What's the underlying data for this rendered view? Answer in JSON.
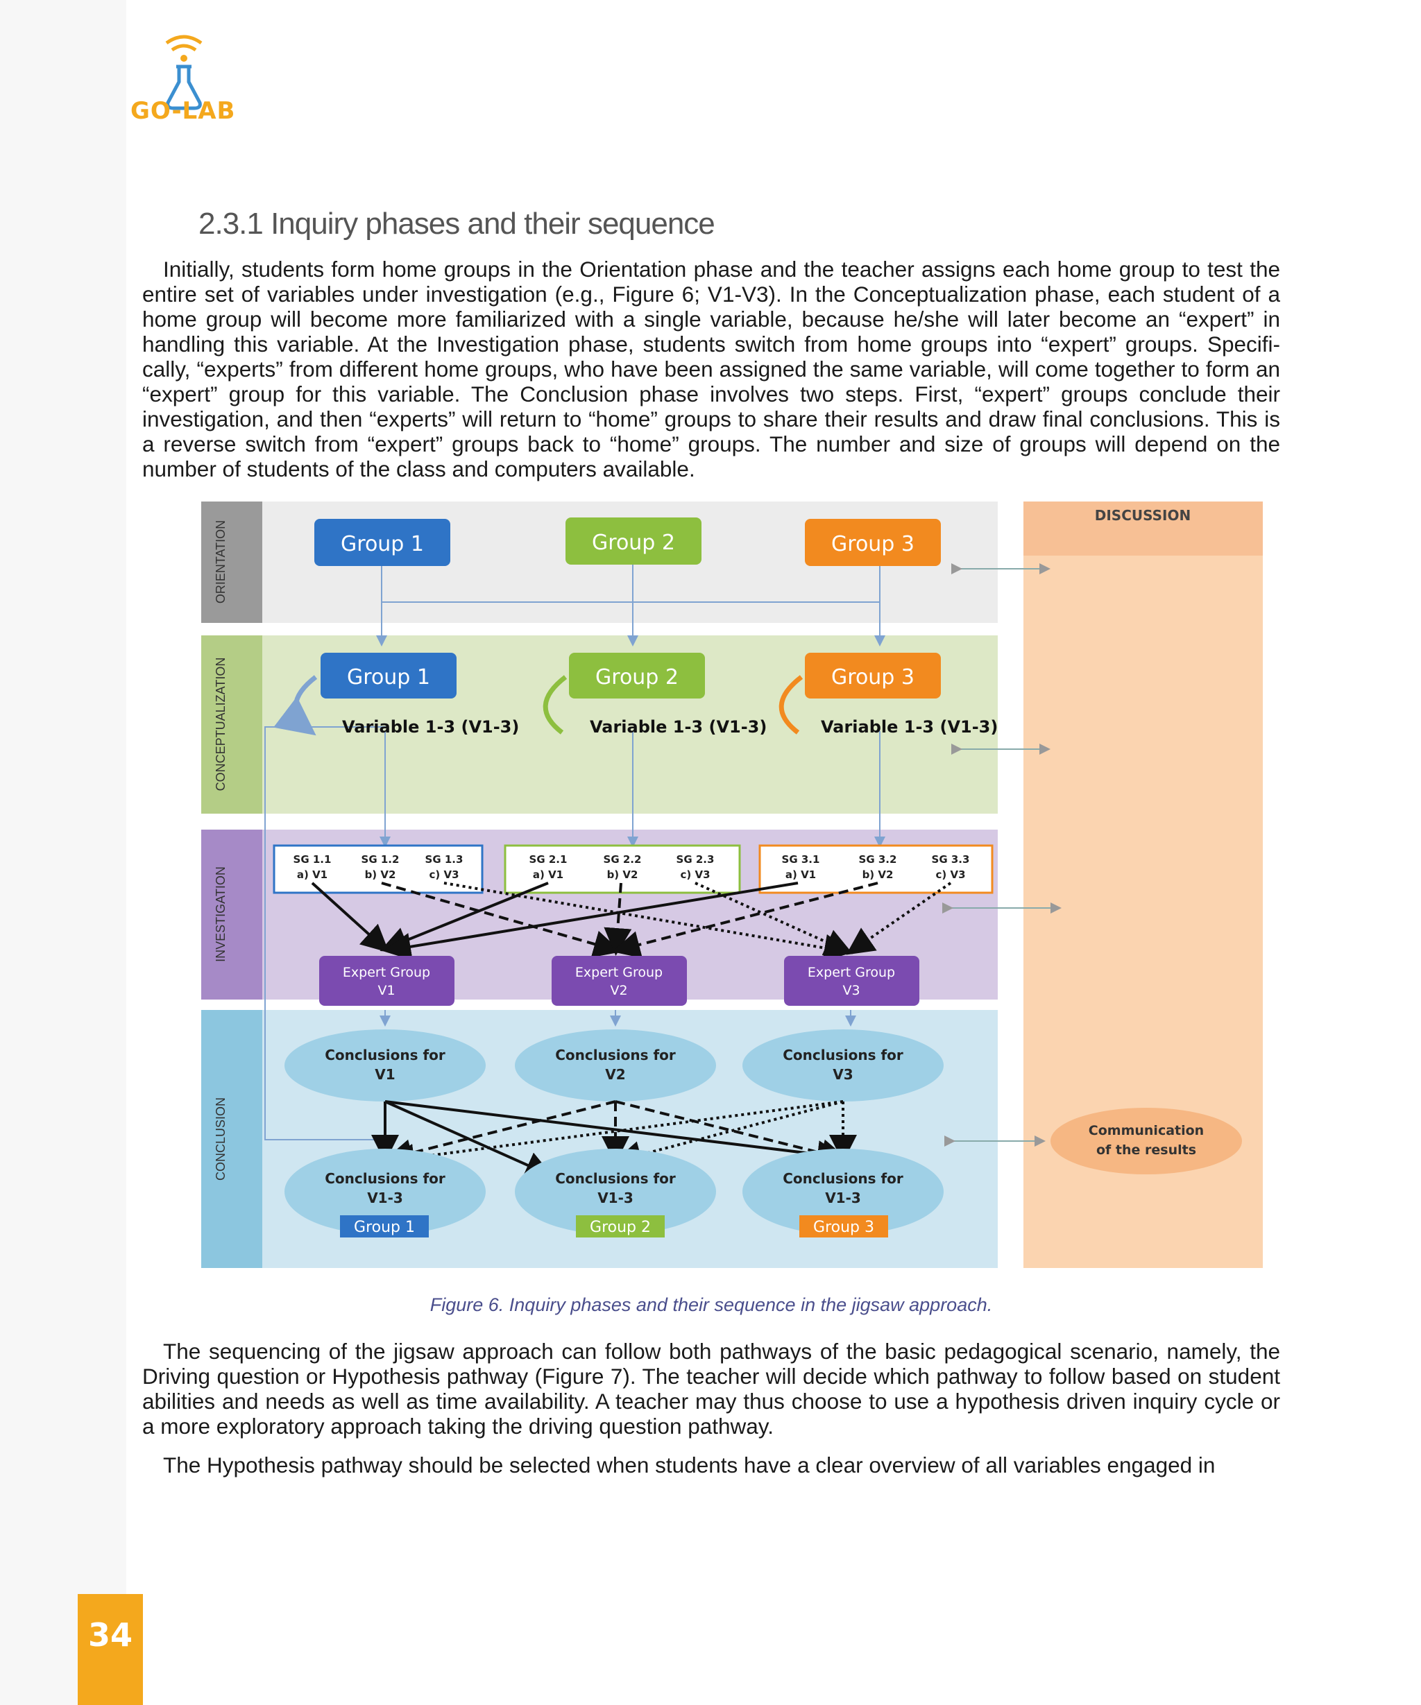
{
  "logo": {
    "text": "GO-LAB",
    "icon": "flask-icon"
  },
  "page_number": "34",
  "section_title": "2.3.1 Inquiry phases and their sequence",
  "paragraphs": [
    "Initially, students form home groups in the Orientation phase and the teacher assigns each home group to test the entire set of variables under investigation (e.g., Figure 6; V1-V3). In the Conceptualization phase, each student of a home group will become more familiarized with a single variable, because he/she will later become an “expert” in handling this variable. At the Investigation phase, students switch from home groups into “expert” groups. Specifi-cally, “experts” from different home groups, who have been assigned the same variable, will come together to form an “expert” group for this variable. The Conclusion phase involves two steps. First, “expert” groups conclude their investigation, and then “experts” will return to “home” groups to share their results and draw final conclusions. This is a reverse switch from “expert” groups back to “home” groups. The number and size of groups will depend on the number of students of the class and computers available.",
    "The sequencing of the jigsaw approach can follow both pathways of the basic pedagogical scenario, namely, the Driving question or Hypothesis pathway (Figure 7). The teacher will decide which pathway to follow based on student abilities and needs as well as time availability. A teacher may thus choose to use a hypothesis driven inquiry cycle or a more exploratory approach taking the driving question pathway.",
    "The Hypothesis pathway should be selected when students have a clear overview of all variables engaged in"
  ],
  "figure": {
    "caption": "Figure 6. Inquiry phases and their sequence in the jigsaw approach.",
    "phases": [
      "ORIENTATION",
      "CONCEPTUALIZATION",
      "INVESTIGATION",
      "CONCLUSION"
    ],
    "discussion_label": "DISCUSSION",
    "communication_label_1": "Communication",
    "communication_label_2": "of the results",
    "groups": [
      "Group 1",
      "Group 2",
      "Group 3"
    ],
    "variable_label": "Variable 1-3 (V1-3)",
    "subgroups": [
      [
        [
          "SG 1.1",
          "a) V1"
        ],
        [
          "SG 1.2",
          "b) V2"
        ],
        [
          "SG 1.3",
          "c) V3"
        ]
      ],
      [
        [
          "SG 2.1",
          "a) V1"
        ],
        [
          "SG 2.2",
          "b) V2"
        ],
        [
          "SG 2.3",
          "c) V3"
        ]
      ],
      [
        [
          "SG 3.1",
          "a) V1"
        ],
        [
          "SG 3.2",
          "b) V2"
        ],
        [
          "SG 3.3",
          "c) V3"
        ]
      ]
    ],
    "expert_groups": [
      [
        "Expert Group",
        "V1"
      ],
      [
        "Expert Group",
        "V2"
      ],
      [
        "Expert Group",
        "V3"
      ]
    ],
    "conclusions": [
      [
        "Conclusions for",
        "V1"
      ],
      [
        "Conclusions for",
        "V2"
      ],
      [
        "Conclusions for",
        "V3"
      ]
    ],
    "final_conclusions": [
      [
        "Conclusions for",
        "V1-3"
      ],
      [
        "Conclusions for",
        "V1-3"
      ],
      [
        "Conclusions for",
        "V1-3"
      ]
    ],
    "colors": {
      "blue": "#2f74c6",
      "green": "#8dbf3f",
      "orange": "#f28a1f",
      "purple": "#7b4bb0"
    }
  }
}
